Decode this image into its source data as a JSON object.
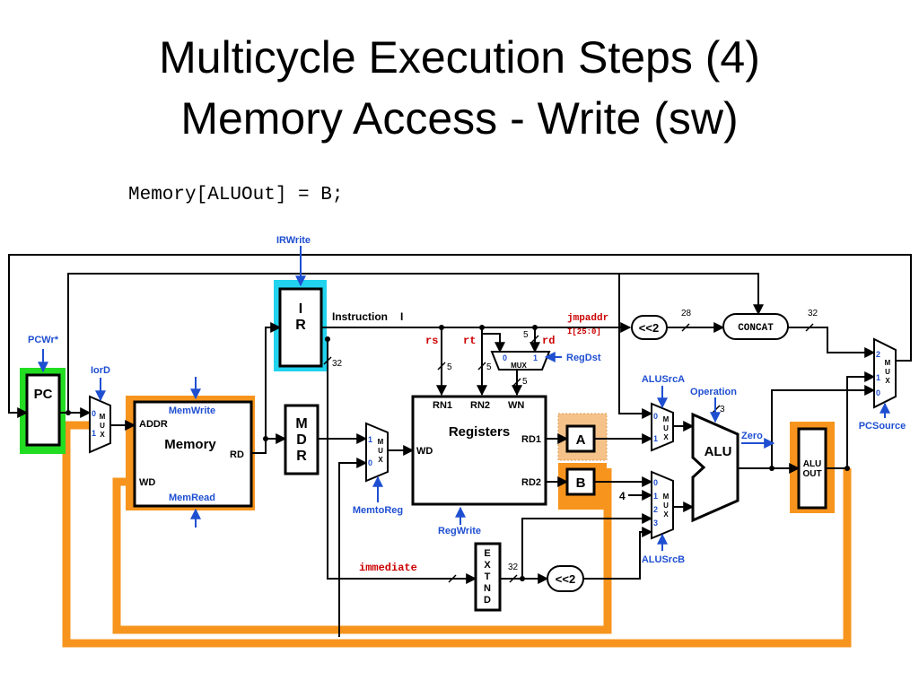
{
  "slide": {
    "title_line1": "Multicycle Execution Steps (4)",
    "title_line2": "Memory Access - Write (sw)",
    "rtl": "Memory[ALUOut] = B;"
  },
  "diagram": {
    "pc": "PC",
    "pcwr": "PCWr*",
    "iord": "IorD",
    "irwrite": "IRWrite",
    "ir_line1": "I",
    "ir_line2": "R",
    "instruction": "Instruction",
    "instruction_i": "I",
    "memwrite": "MemWrite",
    "memread": "MemRead",
    "memory": "Memory",
    "addr": "ADDR",
    "rd": "RD",
    "wd": "WD",
    "mdr_m": "M",
    "mdr_d": "D",
    "mdr_r": "R",
    "memtoreg": "MemtoReg",
    "registers": "Registers",
    "rn1": "RN1",
    "rn2": "RN2",
    "wn": "WN",
    "rd1": "RD1",
    "rd2": "RD2",
    "reg_wd": "WD",
    "regwrite": "RegWrite",
    "regdst": "RegDst",
    "rs": "rs",
    "rt": "rt",
    "rd_field": "rd",
    "jmpaddr": "jmpaddr",
    "i25": "I[25:0]",
    "shift2_top": "<<2",
    "shift2_bot": "<<2",
    "concat": "CONCAT",
    "w28": "28",
    "w32a": "32",
    "w32b": "32",
    "w32c": "32",
    "w5a": "5",
    "w5b": "5",
    "w5c": "5",
    "w5d": "5",
    "w3": "3",
    "reg_a": "A",
    "reg_b": "B",
    "alusrca": "ALUSrcA",
    "alusrcb": "ALUSrcB",
    "operation": "Operation",
    "alu": "ALU",
    "zero": "Zero",
    "aluout_line1": "ALU",
    "aluout_line2": "OUT",
    "pcsource": "PCSource",
    "immediate": "immediate",
    "extnd": [
      "E",
      "X",
      "T",
      "N",
      "D"
    ],
    "four": "4",
    "mux_m": "M",
    "mux_u": "U",
    "mux_x": "X",
    "mux_label": "MUX",
    "d0": "0",
    "d1": "1",
    "d2": "2",
    "d3": "3"
  },
  "colors": {
    "highlight_orange": "#f7941d",
    "highlight_cyan": "#22d3ee",
    "highlight_green": "#22dd22",
    "control_blue": "#1f4fd1",
    "field_red": "#cc0000"
  }
}
